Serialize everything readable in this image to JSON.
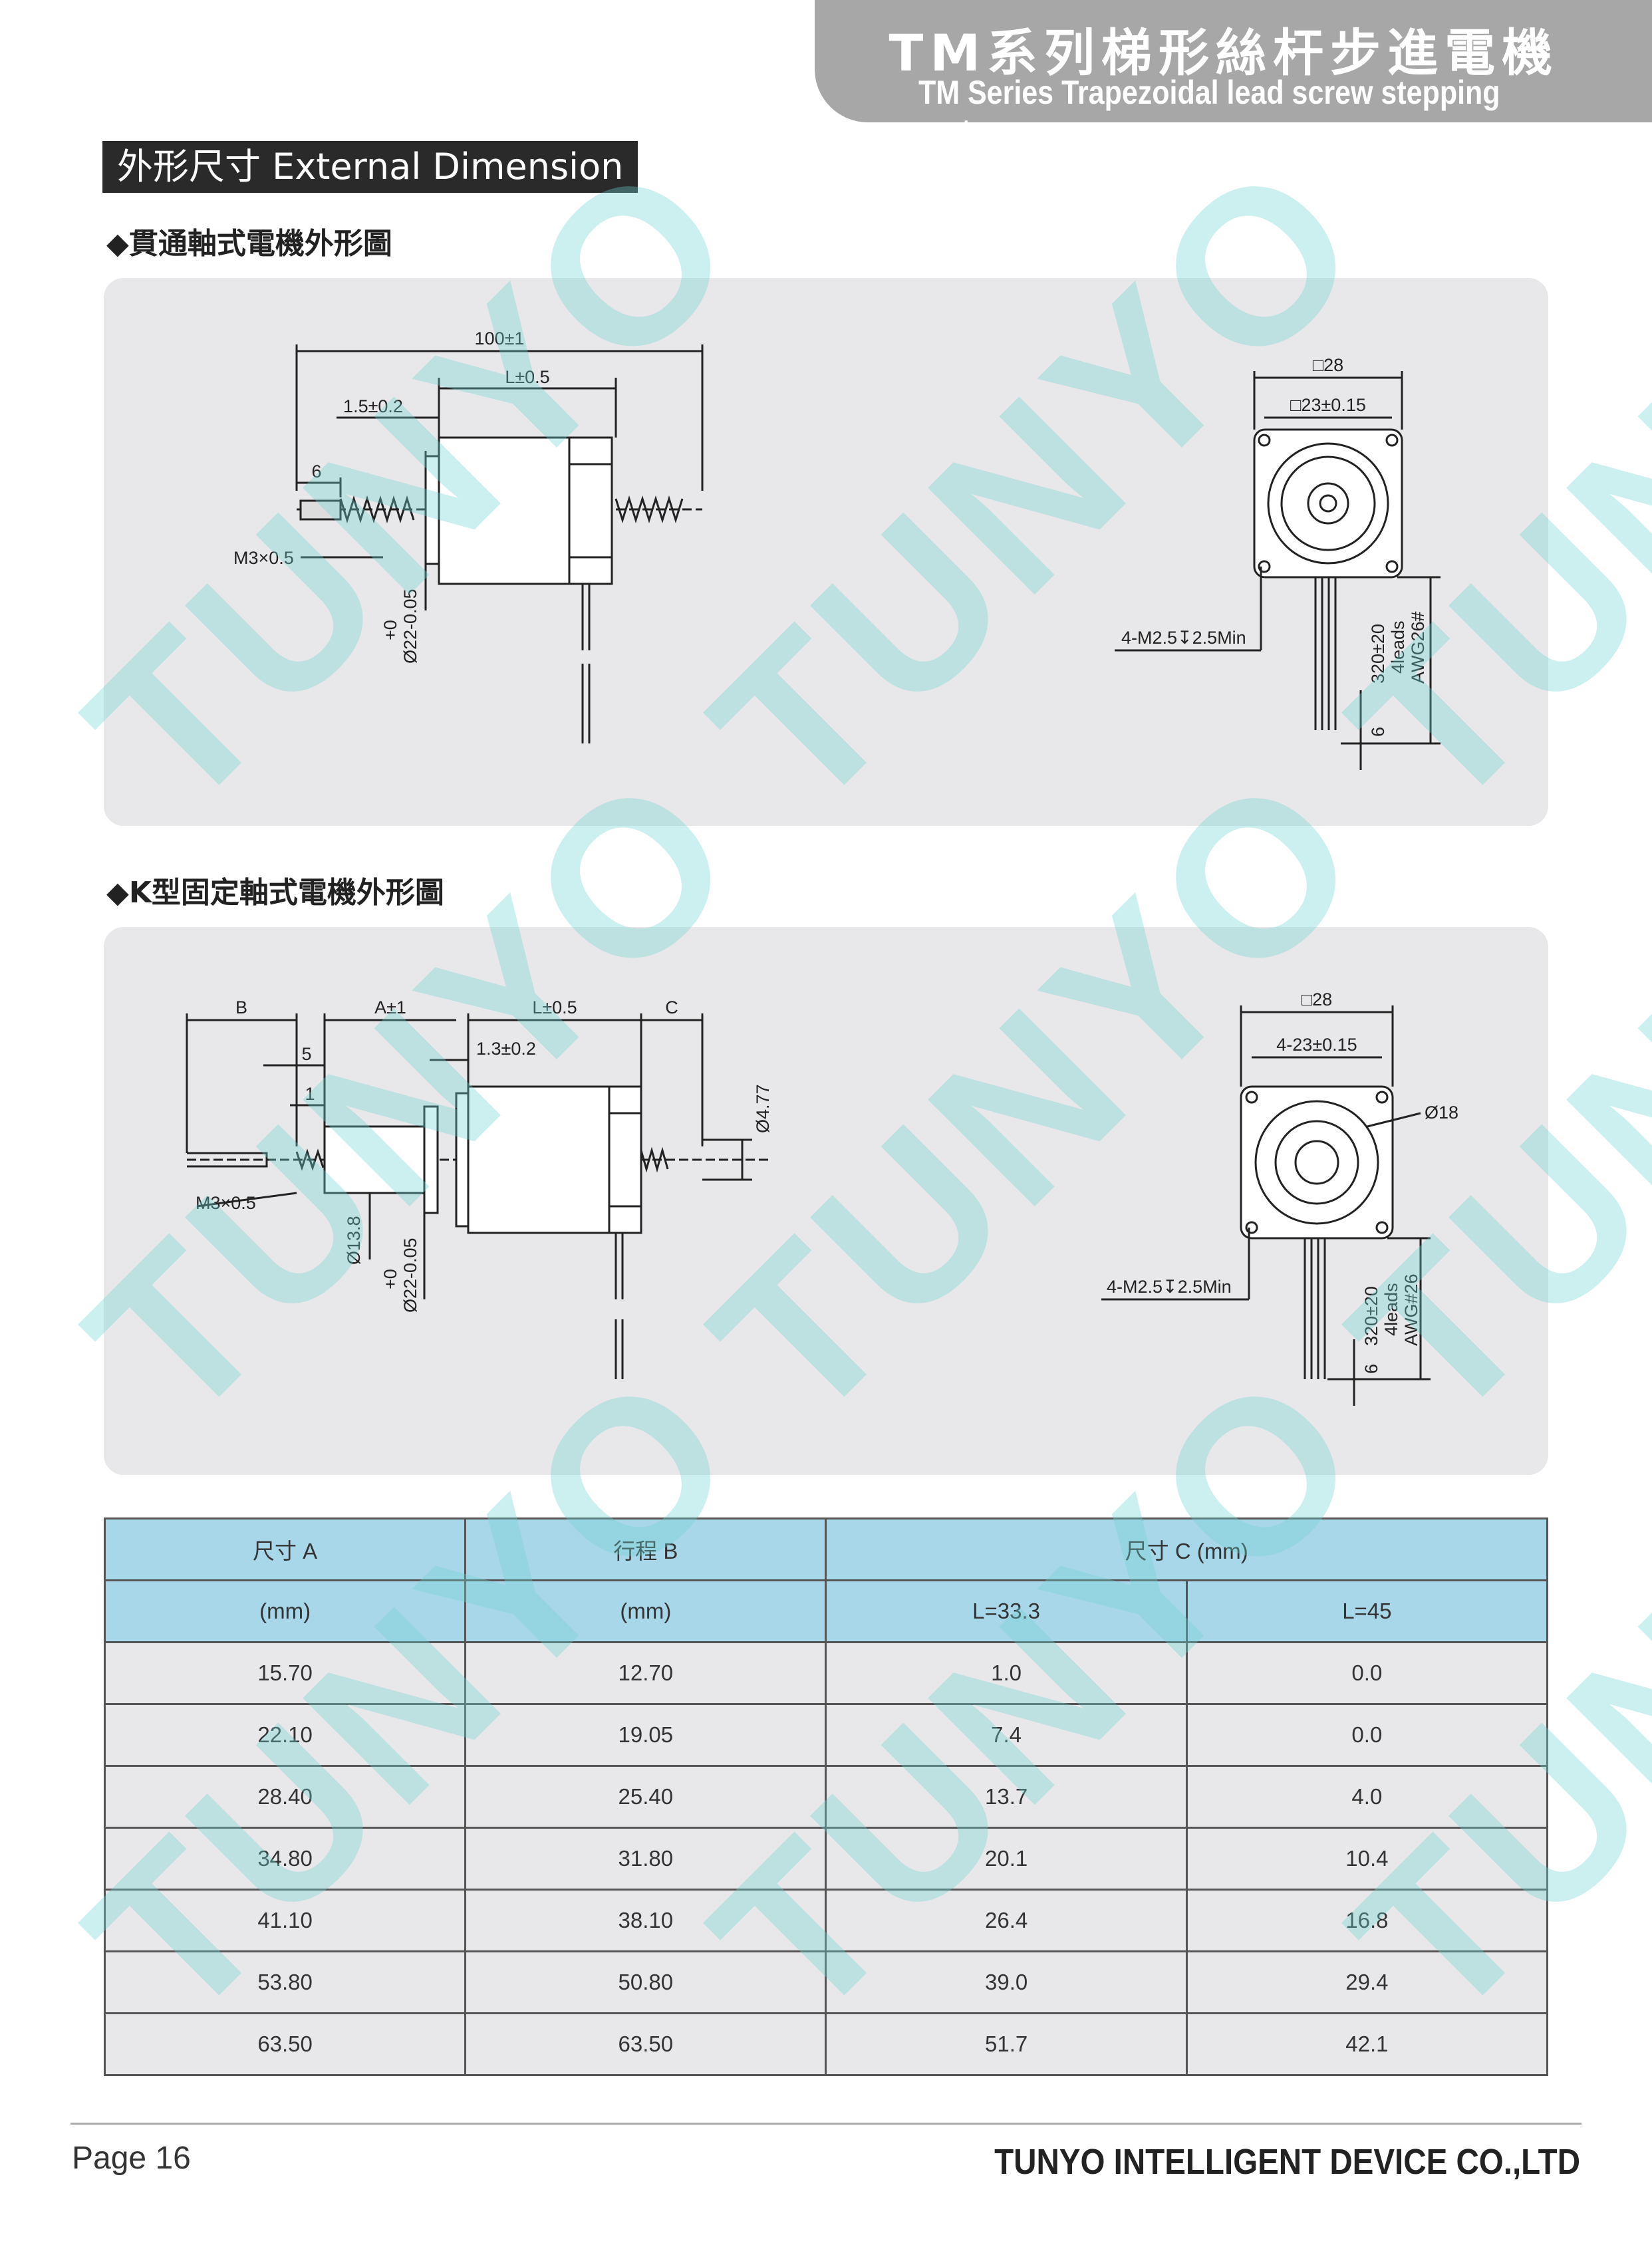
{
  "header": {
    "title_cn": "TM系列梯形絲杆步進電機",
    "title_en": "TM Series Trapezoidal lead screw stepping motor"
  },
  "section_title": "外形尺寸 External Dimension",
  "drawing1": {
    "heading": "◆貫通軸式電機外形圖",
    "labels": {
      "overall": "100±1",
      "length": "L±0.5",
      "shoulder": "1.5±0.2",
      "six": "6",
      "thread": "M3×0.5",
      "boss": "Ø22-0.05",
      "boss_tol": "+0",
      "square": "□28",
      "hole_pitch": "□23±0.15",
      "holes": "4-M2.5↧2.5Min",
      "lead_len": "320±20",
      "leads": "4leads",
      "awg": "AWG26#",
      "strip": "6"
    }
  },
  "drawing2": {
    "heading": "◆K型固定軸式電機外形圖",
    "labels": {
      "b": "B",
      "a": "A±1",
      "length": "L±0.5",
      "c": "C",
      "five": "5",
      "one": "1",
      "shoulder": "1.3±0.2",
      "thread": "M3×0.5",
      "nut_dia": "Ø13.8",
      "boss": "Ø22-0.05",
      "boss_tol": "+0",
      "rear_dia": "Ø4.77",
      "square": "□28",
      "hole_pitch": "4-23±0.15",
      "ring": "Ø18",
      "holes": "4-M2.5↧2.5Min",
      "lead_len": "320±20",
      "leads": "4leads",
      "awg": "AWG#26",
      "strip": "6"
    }
  },
  "table": {
    "head1": [
      "尺寸 A",
      "行程 B",
      "尺寸 C (mm)"
    ],
    "head2": [
      "(mm)",
      "(mm)",
      "L=33.3",
      "L=45"
    ],
    "rows": [
      [
        "15.70",
        "12.70",
        "1.0",
        "0.0"
      ],
      [
        "22.10",
        "19.05",
        "7.4",
        "0.0"
      ],
      [
        "28.40",
        "25.40",
        "13.7",
        "4.0"
      ],
      [
        "34.80",
        "31.80",
        "20.1",
        "10.4"
      ],
      [
        "41.10",
        "38.10",
        "26.4",
        "16.8"
      ],
      [
        "53.80",
        "50.80",
        "39.0",
        "29.4"
      ],
      [
        "63.50",
        "63.50",
        "51.7",
        "42.1"
      ]
    ]
  },
  "footer": {
    "page": "Page 16",
    "company": "TUNYO INTELLIGENT DEVICE CO.,LTD"
  },
  "watermark": "TUNYO",
  "colors": {
    "header_gray": "#a7a7a7",
    "panel_gray": "#e8e8ea",
    "table_head": "#a9d7ea",
    "watermark": "#6ed2d2"
  }
}
